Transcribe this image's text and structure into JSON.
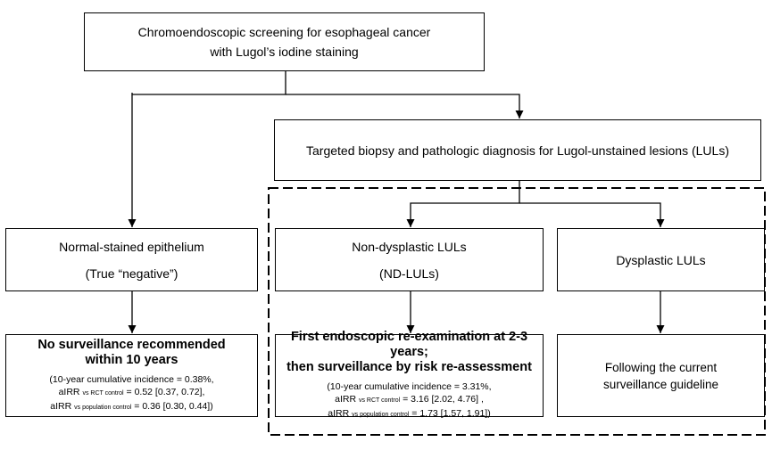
{
  "top": {
    "line1": "Chromoendoscopic screening for esophageal cancer",
    "line2": "with Lugol’s iodine staining"
  },
  "biopsy": {
    "text": "Targeted biopsy and pathologic diagnosis for Lugol-unstained lesions (LULs)"
  },
  "normal": {
    "line1": "Normal-stained epithelium",
    "line2": "(True “negative”)"
  },
  "ndlul": {
    "line1": "Non-dysplastic LULs",
    "line2": "(ND-LULs)"
  },
  "dysplastic": {
    "line1": "Dysplastic LULs"
  },
  "outcome_normal": {
    "head1": "No surveillance recommended",
    "head2": "within 10 years",
    "incidence": "(10-year cumulative incidence = 0.38%,",
    "airr_label": "aIRR",
    "rct_sub": "vs RCT control",
    "rct_value": "= 0.52 [0.37, 0.72],",
    "pop_sub": "vs population control",
    "pop_value": "= 0.36 [0.30, 0.44])"
  },
  "outcome_ndlul": {
    "head1": "First endoscopic re-examination at 2-3 years;",
    "head2": "then surveillance by risk re-assessment",
    "incidence": "(10-year cumulative incidence = 3.31%,",
    "airr_label": "aIRR",
    "rct_sub": "vs RCT control",
    "rct_value": "= 3.16 [2.02, 4.76] ,",
    "pop_sub": "vs population control",
    "pop_value": "= 1.73 [1.57, 1.91])"
  },
  "outcome_dysplastic": {
    "line1": "Following the current",
    "line2": "surveillance guideline"
  }
}
